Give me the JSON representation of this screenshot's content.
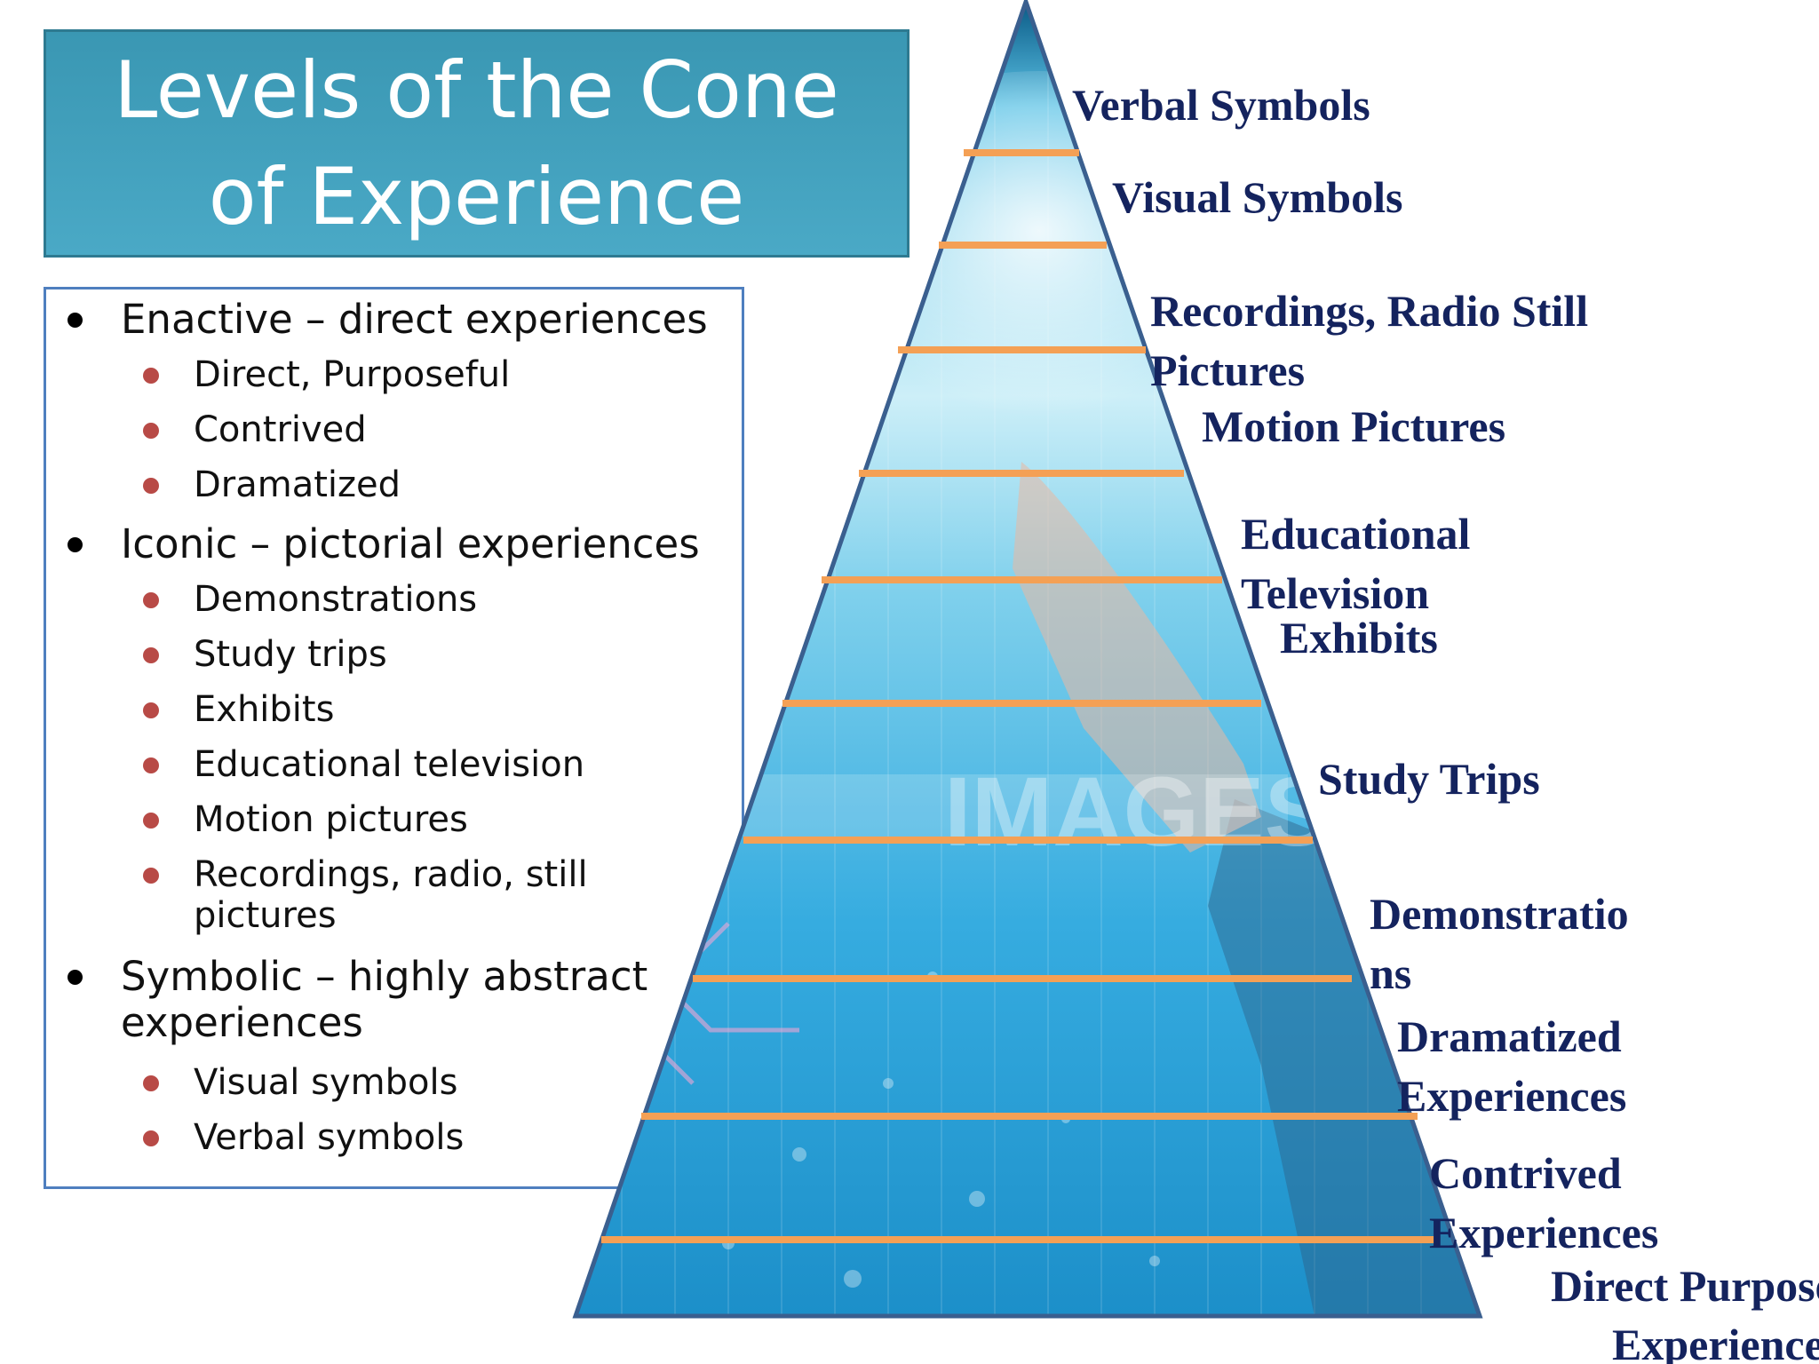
{
  "title": "Levels of the Cone of Experience",
  "bullets": [
    {
      "text": "Enactive – direct experiences",
      "items": [
        "Direct, Purposeful",
        "Contrived",
        "Dramatized"
      ]
    },
    {
      "text": "Iconic – pictorial experiences",
      "items": [
        "Demonstrations",
        "Study trips",
        "Exhibits",
        "Educational television",
        "Motion pictures",
        "Recordings, radio, still pictures"
      ]
    },
    {
      "text": "Symbolic – highly abstract experiences",
      "items": [
        "Visual symbols",
        "Verbal symbols"
      ]
    }
  ],
  "cone_levels": [
    "Verbal Symbols",
    "Visual Symbols",
    "Recordings, Radio Still Pictures",
    "Motion Pictures",
    "Educational Television",
    "Exhibits",
    "Study Trips",
    "Demonstrations",
    "Dramatized Experiences",
    "Contrived Experiences",
    "Direct Purposeful Experiences"
  ],
  "cone_label_lines": {
    "verbal": "Verbal Symbols",
    "visual": "Visual Symbols",
    "recordings_1": "Recordings, Radio Still",
    "recordings_2": "Pictures",
    "motion": "Motion Pictures",
    "educational_1": "Educational",
    "educational_2": "Television",
    "exhibits": "Exhibits",
    "study": "Study Trips",
    "demonstrations_1": "Demonstratio",
    "demonstrations_2": "ns",
    "dramatized_1": "Dramatized",
    "dramatized_2": "Experiences",
    "contrived_1": "Contrived",
    "contrived_2": "Experiences",
    "direct_1": "Direct Purposeful",
    "direct_2": "Experiences"
  },
  "watermark": "IMAGES",
  "colors": {
    "title_bg": "#4aa9c6",
    "label_text": "#14235e",
    "divider": "#f4a055",
    "sub_bullet": "#b84a46",
    "pyramid_outline": "#3a5f8f"
  }
}
